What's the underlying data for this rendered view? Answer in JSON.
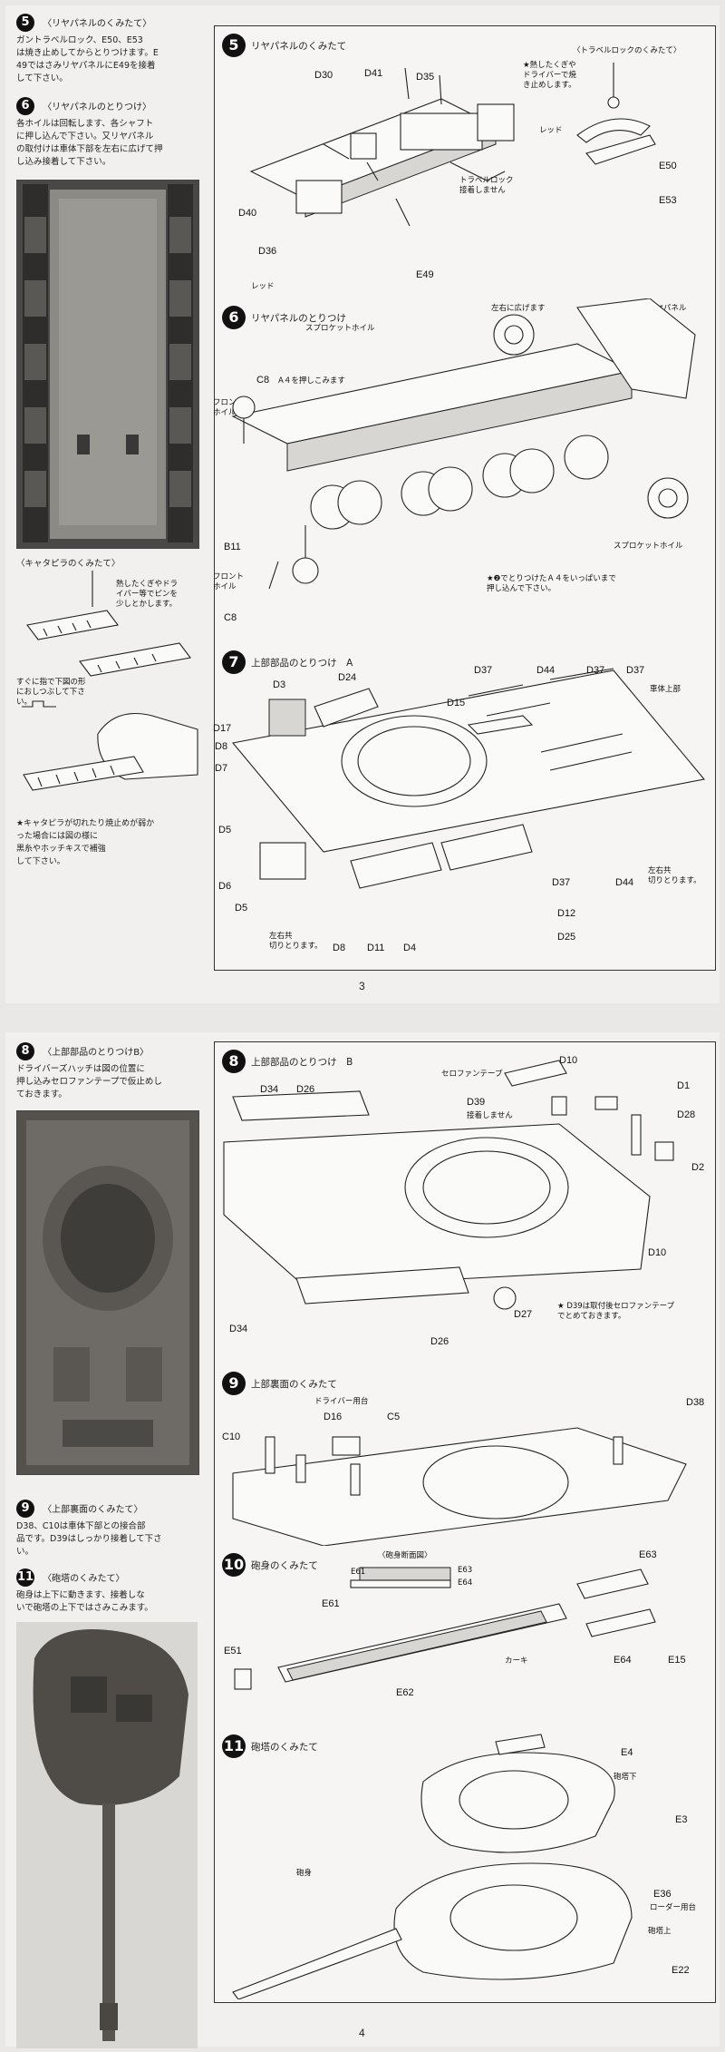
{
  "page3": {
    "page_number": "3",
    "left": {
      "s5": {
        "num": "5",
        "title": "〈リヤパネルのくみたて〉",
        "text": "ガントラベルロック、E50、E53\nは焼き止めしてからとりつけます。E\n49ではさみリヤパネルにE49を接着\nして下さい。"
      },
      "s6": {
        "num": "6",
        "title": "〈リヤパネルのとりつけ〉",
        "text": "各ホイルは回転します、各シャフト\nに押し込んで下さい。又リヤパネル\nの取付けは車体下部を左右に広げて押\nし込み接着して下さい。"
      },
      "track": {
        "title": "〈キャタピラのくみたて〉",
        "heat_note": "熱したくぎやドラ\nイバー等でピンを\n少しとかします。",
        "finger_note": "すぐに指で下図の形\nにおしつぶして下さ\nい。",
        "warning": "★キャタピラが切れたり焼止めが弱か\nった場合には図の様に\n黒糸やホッチキスで補強\nして下さい。"
      }
    },
    "right": {
      "p5": {
        "num": "5",
        "title": "リヤパネルのくみたて",
        "travel_lock": "〈トラベルロックのくみたて〉",
        "heat_note": "★熱したくぎや\nドライバーで焼\nき止めします。",
        "red": "レッド",
        "red2": "レッド",
        "travel_note": "トラベルロック\n接着しません",
        "labels": [
          "D30",
          "D41",
          "D35",
          "D40",
          "D36",
          "E49",
          "E50",
          "E53"
        ]
      },
      "p6": {
        "num": "6",
        "title": "リヤパネルのとりつけ",
        "sprocket_top": "スプロケットホイル",
        "spread": "左右に広げます",
        "rear_panel": "リヤパネル",
        "push_a4": "A４を押しこみます",
        "front_wheel": "フロント\nホイル",
        "front_wheel2": "フロント\nホイル",
        "sprocket_bottom": "スプロケットホイル",
        "note": "★❷でとりつけたＡ４をいっぱいまで\n押し込んで下さい。",
        "labels": [
          "C8",
          "B11",
          "C8"
        ]
      },
      "p7": {
        "num": "7",
        "title": "上部部品のとりつけ　A",
        "hull_top": "車体上部",
        "cut_left": "左右共\n切りとります。",
        "cut_right": "左右共\n切りとります。",
        "labels": [
          "D3",
          "D24",
          "D15",
          "D37",
          "D44",
          "D37",
          "D37",
          "D17",
          "D8",
          "D7",
          "D5",
          "D6",
          "D5",
          "D8",
          "D11",
          "D4",
          "D37",
          "D44",
          "D12",
          "D25"
        ]
      }
    }
  },
  "page4": {
    "page_number": "4",
    "left": {
      "s8": {
        "num": "8",
        "title": "〈上部部品のとりつけB〉",
        "text": "ドライバーズハッチは図の位置に\n押し込みセロファンテープで仮止めし\nておきます。"
      },
      "s9": {
        "num": "9",
        "title": "〈上部裏面のくみたて〉",
        "text": "D38、C10は車体下部との接合部\n品です。D39はしっかり接着して下さ\nい。"
      },
      "s11": {
        "num": "11",
        "title": "〈砲塔のくみたて〉",
        "text": "砲身は上下に動きます、接着しな\nいで砲塔の上下ではさみこみます。"
      }
    },
    "right": {
      "p8": {
        "num": "8",
        "title": "上部部品のとりつけ　B",
        "tape": "セロファンテープ",
        "no_glue": "接着しません",
        "note": "★ D39は取付後セロファンテープ\nでとめておきます。",
        "labels": [
          "D34",
          "D26",
          "D10",
          "D39",
          "D1",
          "D28",
          "D2",
          "D10",
          "D34",
          "D26",
          "D27"
        ]
      },
      "p9": {
        "num": "9",
        "title": "上部裏面のくみたて",
        "driver_seat": "ドライバー用台",
        "labels": [
          "D16",
          "C5",
          "C10",
          "D38"
        ]
      },
      "p10": {
        "num": "10",
        "title": "砲身のくみたて",
        "section": "〈砲身断面図〉",
        "khaki": "カーキ",
        "labels": [
          "E61",
          "E63",
          "E64",
          "E63",
          "E61",
          "E51",
          "E62",
          "E64",
          "E15"
        ]
      },
      "p11": {
        "num": "11",
        "title": "砲塔のくみたて",
        "turret_lower": "砲塔下",
        "barrel": "砲身",
        "loader_seat": "ローダー用台",
        "turret_upper": "砲塔上",
        "labels": [
          "E4",
          "E3",
          "E36",
          "E22"
        ]
      }
    }
  }
}
